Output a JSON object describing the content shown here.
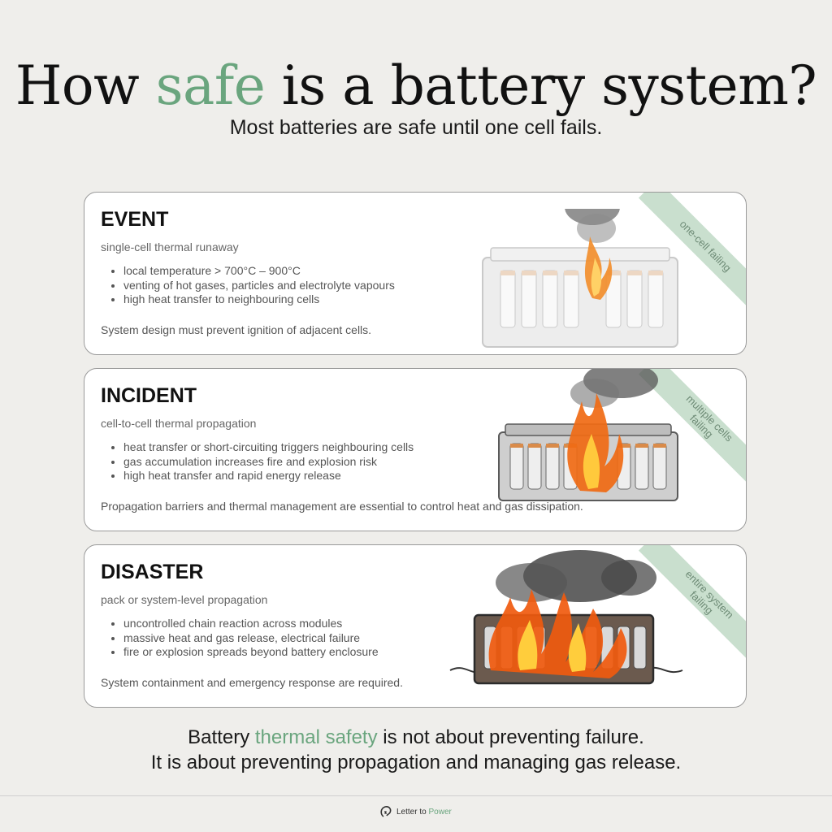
{
  "header": {
    "title_before": "How",
    "title_accent": "safe",
    "title_after": "is a battery system?",
    "subtitle": "Most batteries are safe until one cell fails."
  },
  "cards": [
    {
      "heading": "EVENT",
      "sub": "single-cell thermal runaway",
      "bullets": [
        "local temperature > 700°C – 900°C",
        "venting of hot gases, particles and electrolyte vapours",
        "high heat transfer to neighbouring cells"
      ],
      "note": "System design must prevent ignition of adjacent cells.",
      "ribbon": "one-cell failing"
    },
    {
      "heading": "INCIDENT",
      "sub": "cell-to-cell thermal propagation",
      "bullets": [
        "heat transfer or short-circuiting triggers neighbouring cells",
        "gas accumulation increases fire and explosion risk",
        "high heat transfer and rapid energy release"
      ],
      "note": "Propagation barriers and thermal management are essential to control heat and gas dissipation.",
      "ribbon": "multiple cells failing"
    },
    {
      "heading": "DISASTER",
      "sub": "pack or system-level propagation",
      "bullets": [
        "uncontrolled chain reaction across modules",
        "massive heat and gas release, electrical failure",
        "fire or explosion spreads beyond battery enclosure"
      ],
      "note": "System containment and emergency response are required.",
      "ribbon": "entire system failing"
    }
  ],
  "footer": {
    "line1_before": "Battery",
    "line1_accent": "thermal safety",
    "line1_after": "is not about preventing failure.",
    "line2": "It is about preventing propagation and managing gas release."
  },
  "brand": {
    "name_before": "Letter to",
    "name_accent": "Power",
    "icon": "power-ear-logo-icon"
  },
  "colors": {
    "accent": "#6aa57e",
    "ribbon": "#c9dfce",
    "background": "#efeeeb",
    "card": "#ffffff"
  }
}
